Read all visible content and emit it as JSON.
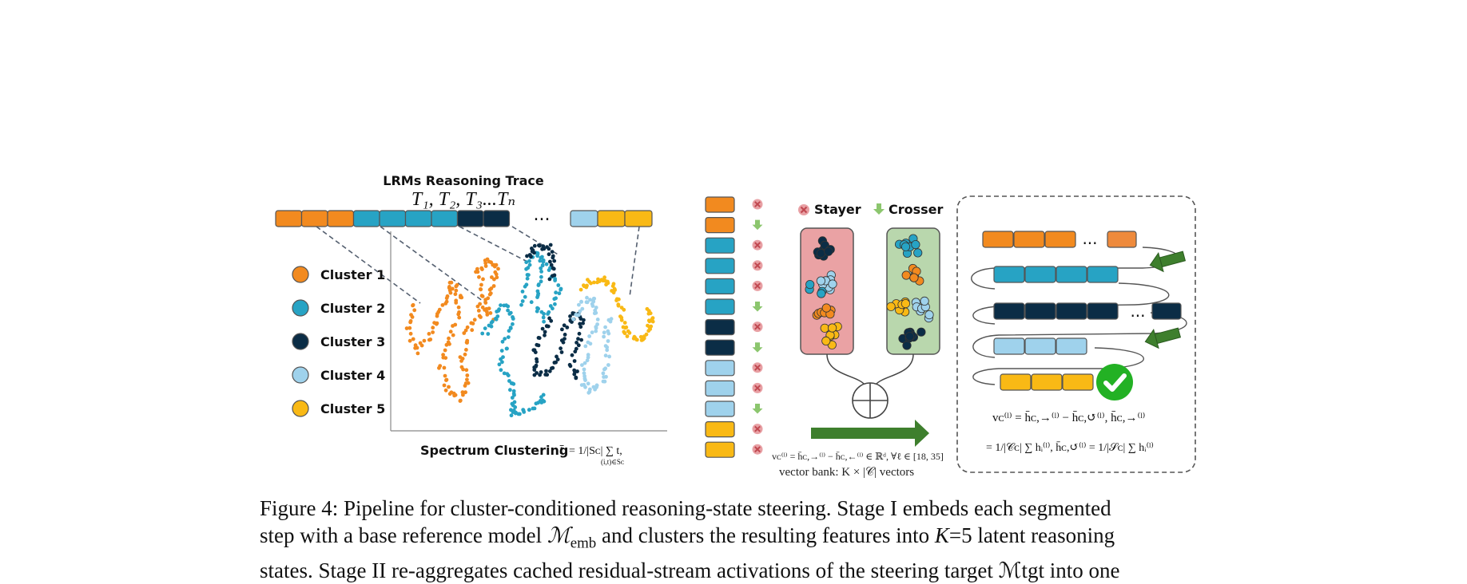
{
  "colors": {
    "cluster1": "#f28a1f",
    "cluster2": "#27a3c4",
    "cluster3": "#0b2d46",
    "cluster4": "#9fd2ec",
    "cluster5": "#f9b915",
    "stayer_bg": "#eaa2a4",
    "crosser_bg": "#b9d7ad",
    "arrow_green": "#3e7f2d",
    "check_green": "#23b124",
    "dashed": "#556070"
  },
  "stage1": {
    "trace_title": "LRMs Reasoning Trace",
    "trace_tokens": "T₁, T₂, T₃...Tₙ",
    "ellipsis": "...",
    "legend": [
      {
        "label": "Cluster 1",
        "color_key": "cluster1"
      },
      {
        "label": "Cluster 2",
        "color_key": "cluster2"
      },
      {
        "label": "Cluster 3",
        "color_key": "cluster3"
      },
      {
        "label": "Cluster 4",
        "color_key": "cluster4"
      },
      {
        "label": "Cluster 5",
        "color_key": "cluster5"
      }
    ],
    "clustering_label": "Spectrum Clustering",
    "centroid_formula_lhs": "t̄",
    "centroid_formula_rhs": "= 1/|Sᴄ| ∑ t,",
    "centroid_formula_sub": "(i,t)∈Sᴄ"
  },
  "stage2": {
    "legend_stayer": "Stayer",
    "legend_crosser": "Crosser",
    "vector_formula": "vᴄ⁽ˡ⁾ = h̄ᴄ,→⁽ˡ⁾ − h̄ᴄ,←⁽ˡ⁾ ∈ ℝᵈ,   ∀ℓ ∈ [18, 35]",
    "vector_bank": "vector bank: K × |𝒞| vectors"
  },
  "stage3": {
    "ellipsis": "...",
    "formula_line1": "vᴄ⁽ˡ⁾  =  h̄ᴄ,→⁽ˡ⁾  −  h̄ᴄ,↺⁽ˡ⁾,    h̄ᴄ,→⁽ˡ⁾",
    "formula_line2": "= 1/|𝒞ᴄ| ∑ hᵢ⁽ˡ⁾,   h̄ᴄ,↺⁽ˡ⁾ = 1/|𝒮ᴄ| ∑ hᵢ⁽ˡ⁾"
  },
  "caption": {
    "line1": "Figure 4: Pipeline for cluster-conditioned reasoning-state steering. Stage I embeds each segmented",
    "line2_a": "step with a base reference model ",
    "line2_m": "ℳ",
    "line2_sub": "emb",
    "line2_b": " and clusters the resulting features into ",
    "line2_k": "K",
    "line2_c": "=5 latent reasoning",
    "line3": "states. Stage II re-aggregates cached residual-stream activations of the steering target ℳtgt into one"
  }
}
